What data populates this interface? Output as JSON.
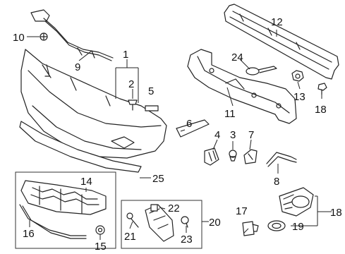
{
  "callouts": {
    "c1": "1",
    "c2": "2",
    "c3": "3",
    "c4": "4",
    "c5": "5",
    "c6": "6",
    "c7": "7",
    "c8": "8",
    "c9": "9",
    "c10": "10",
    "c11": "11",
    "c12": "12",
    "c13": "13",
    "c14": "14",
    "c15": "15",
    "c16": "16",
    "c17": "17",
    "c18a": "18",
    "c18b": "18",
    "c19": "19",
    "c20": "20",
    "c21": "21",
    "c22": "22",
    "c23": "23",
    "c24": "24",
    "c25": "25"
  }
}
